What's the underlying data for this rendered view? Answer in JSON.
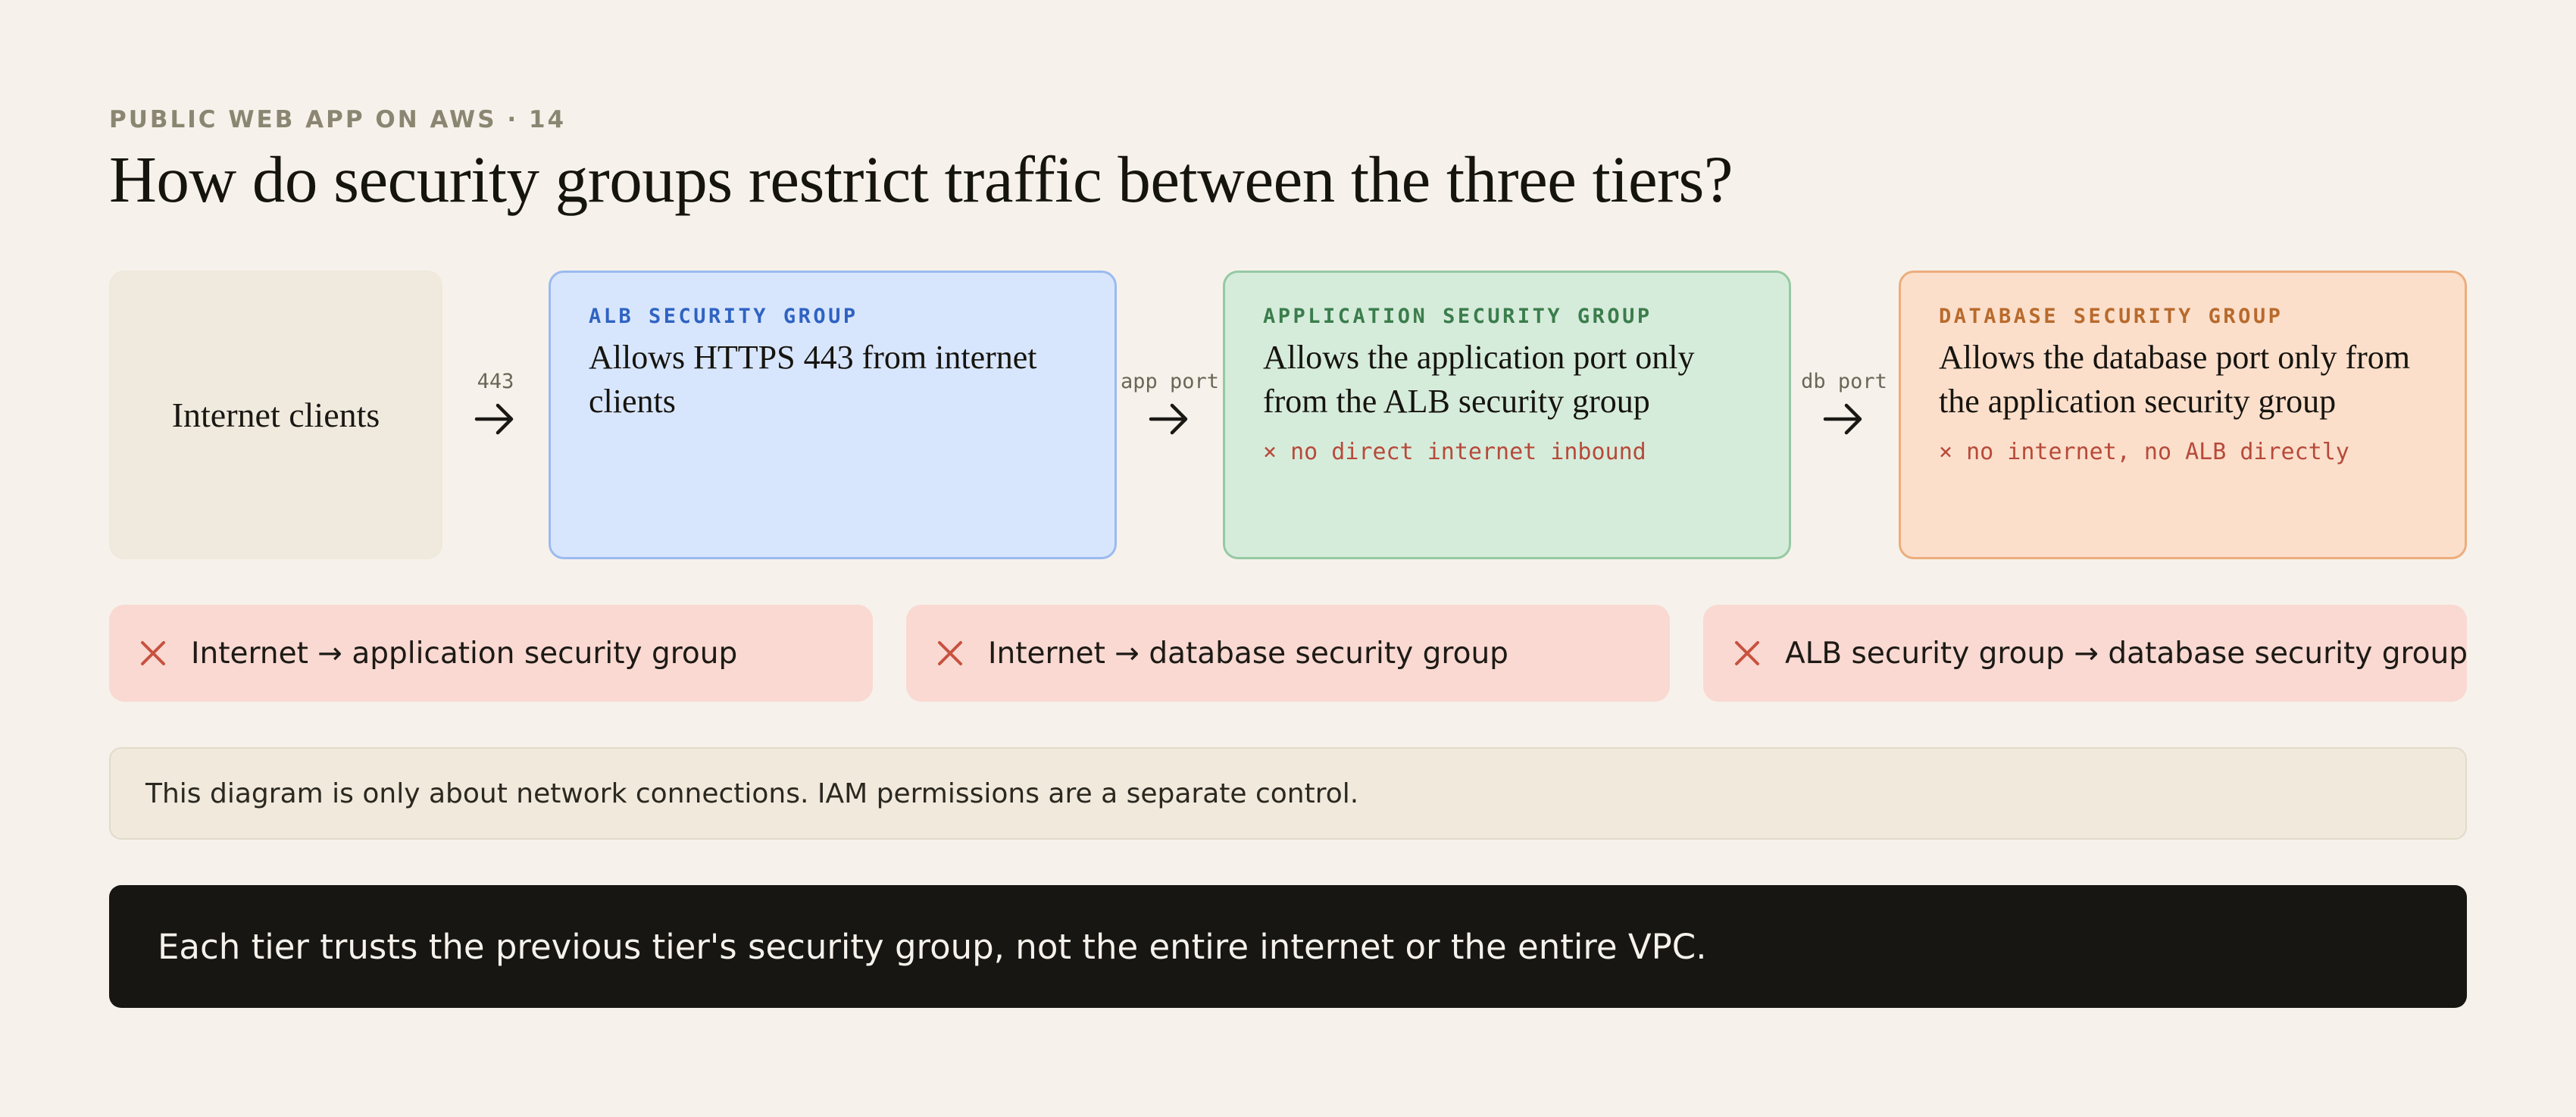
{
  "header": {
    "eyebrow": "PUBLIC WEB APP ON AWS · 14",
    "title": "How do security groups restrict traffic between the three tiers?"
  },
  "diagram": {
    "internet": {
      "label": "Internet clients"
    },
    "connectors": [
      {
        "label": "443"
      },
      {
        "label": "app port"
      },
      {
        "label": "db port"
      }
    ],
    "alb": {
      "tag": "ALB SECURITY GROUP",
      "description": "Allows HTTPS 443 from internet clients"
    },
    "app": {
      "tag": "APPLICATION SECURITY GROUP",
      "description": "Allows the application port only from the ALB security group",
      "deny": "× no direct internet inbound"
    },
    "db": {
      "tag": "DATABASE SECURITY GROUP",
      "description": "Allows the database port only from the application security group",
      "deny": "× no internet, no ALB directly"
    }
  },
  "blocked": [
    {
      "text": "Internet → application security group"
    },
    {
      "text": "Internet → database security group"
    },
    {
      "text": "ALB security group → database security group"
    }
  ],
  "note": "This diagram is only about network connections. IAM permissions are a separate control.",
  "takeaway": "Each tier trusts the previous tier's security group, not the entire internet or the entire VPC.",
  "colors": {
    "background": "#f6f2eb",
    "alb": "#d8e6fd",
    "app": "#d6ecdb",
    "db": "#fbdfcb",
    "blocked": "#f9d9d2",
    "deny": "#b74a3a",
    "takeaway_bg": "#181612"
  },
  "icons": {
    "connector": "arrow-right-icon",
    "blocked": "x-icon"
  }
}
